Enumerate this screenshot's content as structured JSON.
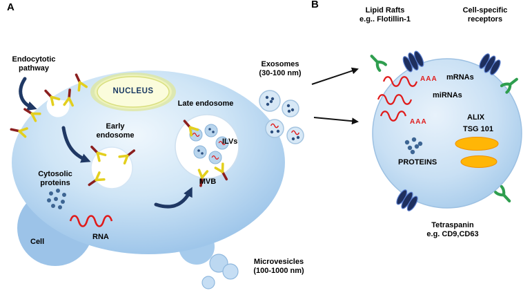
{
  "panels": {
    "a": "A",
    "b": "B"
  },
  "panel_a": {
    "endocytotic_pathway_line1": "Endocytotic",
    "endocytotic_pathway_line2": "pathway",
    "nucleus": "NUCLEUS",
    "early_endosome_line1": "Early",
    "early_endosome_line2": "endosome",
    "late_endosome": "Late endosome",
    "ilvs": "ILVs",
    "mvb": "MVB",
    "cytosolic_proteins_line1": "Cytosolic",
    "cytosolic_proteins_line2": "proteins",
    "rna": "RNA",
    "cell": "Cell",
    "exosomes_line1": "Exosomes",
    "exosomes_line2": "(30-100 nm)",
    "microvesicles_line1": "Microvesicles",
    "microvesicles_line2": "(100-1000 nm)"
  },
  "panel_b": {
    "lipid_rafts_line1": "Lipid Rafts",
    "lipid_rafts_line2": "e.g.. Flotillin-1",
    "cell_specific_line1": "Cell-specific",
    "cell_specific_line2": "receptors",
    "aaa_top": "AAA",
    "aaa_bottom": "AAA",
    "mrnas": "mRNAs",
    "mirnas": "miRNAs",
    "alix": "ALIX",
    "tsg101": "TSG 101",
    "proteins": "PROTEINS",
    "tetraspanin_line1": "Tetraspanin",
    "tetraspanin_line2": "e.g. CD9,CD63"
  },
  "colors": {
    "cell_blue_edge": "#8fbce6",
    "cell_blue_light": "#ecf5fc",
    "navy_arrow": "#1f3864",
    "rna_red": "#e01b1b",
    "protein_dot_blue": "#3d6593",
    "receptor_yellow": "#e3cf1e",
    "receptor_stem_red": "#8b1f1f",
    "orange_tsg": "#ffb606",
    "green_receptor": "#2f9e4f",
    "lipid_raft_navy": "#1e2f5e",
    "nucleus_yellow": "#fbfcdc"
  },
  "icons": {
    "yellow_receptor": "yellow-Y-receptor",
    "green_receptor": "green-membrane-receptor",
    "lipid_raft": "lipid-raft-ovals",
    "rna": "red-squiggle",
    "arrow": "arrow"
  }
}
